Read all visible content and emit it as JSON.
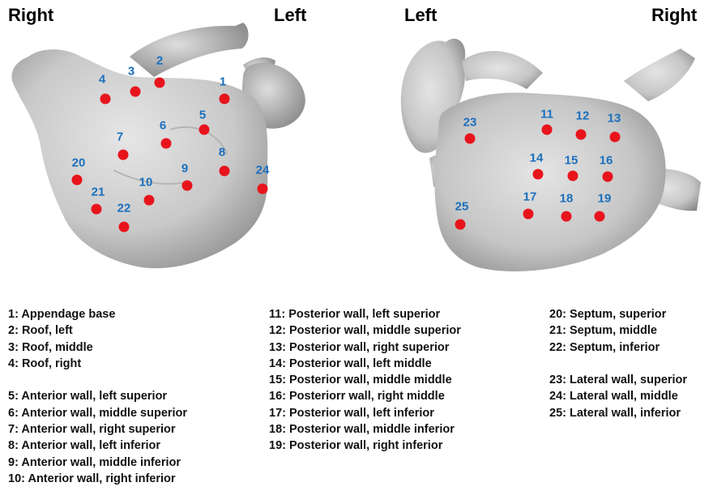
{
  "views": [
    {
      "name": "anterior",
      "left_label": "Right",
      "right_label": "Left"
    },
    {
      "name": "posterior",
      "left_label": "Left",
      "right_label": "Right"
    }
  ],
  "sites": [
    {
      "n": "1",
      "label": "Appendage base"
    },
    {
      "n": "2",
      "label": "Roof, left"
    },
    {
      "n": "3",
      "label": "Roof, middle"
    },
    {
      "n": "4",
      "label": "Roof, right"
    },
    {
      "n": "5",
      "label": "Anterior wall, left superior"
    },
    {
      "n": "6",
      "label": "Anterior wall, middle superior"
    },
    {
      "n": "7",
      "label": "Anterior wall, right superior"
    },
    {
      "n": "8",
      "label": "Anterior wall, left inferior"
    },
    {
      "n": "9",
      "label": "Anterior wall, middle inferior"
    },
    {
      "n": "10",
      "label": "Anterior wall, right inferior"
    },
    {
      "n": "11",
      "label": "Posterior wall, left superior"
    },
    {
      "n": "12",
      "label": "Posterior wall, middle superior"
    },
    {
      "n": "13",
      "label": "Posterior wall, right superior"
    },
    {
      "n": "14",
      "label": "Posterior wall, left middle"
    },
    {
      "n": "15",
      "label": "Posterior wall, middle middle"
    },
    {
      "n": "16",
      "label": "Posteriorr wall, right middle"
    },
    {
      "n": "17",
      "label": "Posterior wall, left inferior"
    },
    {
      "n": "18",
      "label": "Posterior wall, middle inferior"
    },
    {
      "n": "19",
      "label": "Posterior wall, right inferior"
    },
    {
      "n": "20",
      "label": "Septum, superior"
    },
    {
      "n": "21",
      "label": "Septum, middle"
    },
    {
      "n": "22",
      "label": "Septum, inferior"
    },
    {
      "n": "23",
      "label": "Lateral wall, superior"
    },
    {
      "n": "24",
      "label": "Lateral wall, middle"
    },
    {
      "n": "25",
      "label": "Lateral wall, inferior"
    }
  ],
  "colors": {
    "point": "#e8141c",
    "number": "#1b6fbd",
    "surface": "#d2d2d2",
    "surface_shadow": "#8e8e8e"
  }
}
